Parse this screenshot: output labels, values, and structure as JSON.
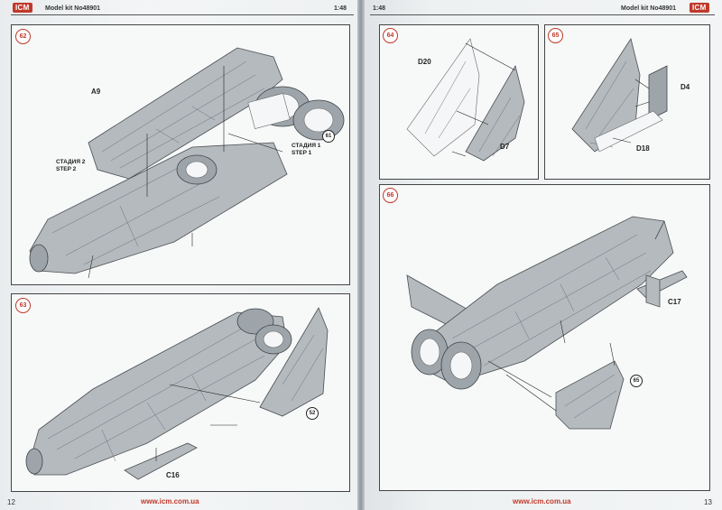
{
  "header": {
    "left_kit": "Model kit No48901",
    "left_scale": "1:48",
    "right_scale": "1:48",
    "right_kit": "Model kit No48901",
    "brand": "ICM"
  },
  "steps": {
    "s62": {
      "number": "62",
      "part_a9": "A9",
      "stage2_ru": "СТАДИЯ 2",
      "stage2_en": "STEP 2",
      "stage1_ru": "СТАДИЯ 1",
      "stage1_en": "STEP 1",
      "ref": "61"
    },
    "s63": {
      "number": "63",
      "ref": "52",
      "part_c16": "C16"
    },
    "s64": {
      "number": "64",
      "part_d20": "D20",
      "part_d7": "D7"
    },
    "s65": {
      "number": "65",
      "part_d4": "D4",
      "part_d18": "D18"
    },
    "s66": {
      "number": "66",
      "part_c17": "C17",
      "ref": "65"
    }
  },
  "footer": {
    "left_page": "12",
    "left_url": "www.icm.com.ua",
    "right_url": "www.icm.com.ua",
    "right_page": "13"
  }
}
